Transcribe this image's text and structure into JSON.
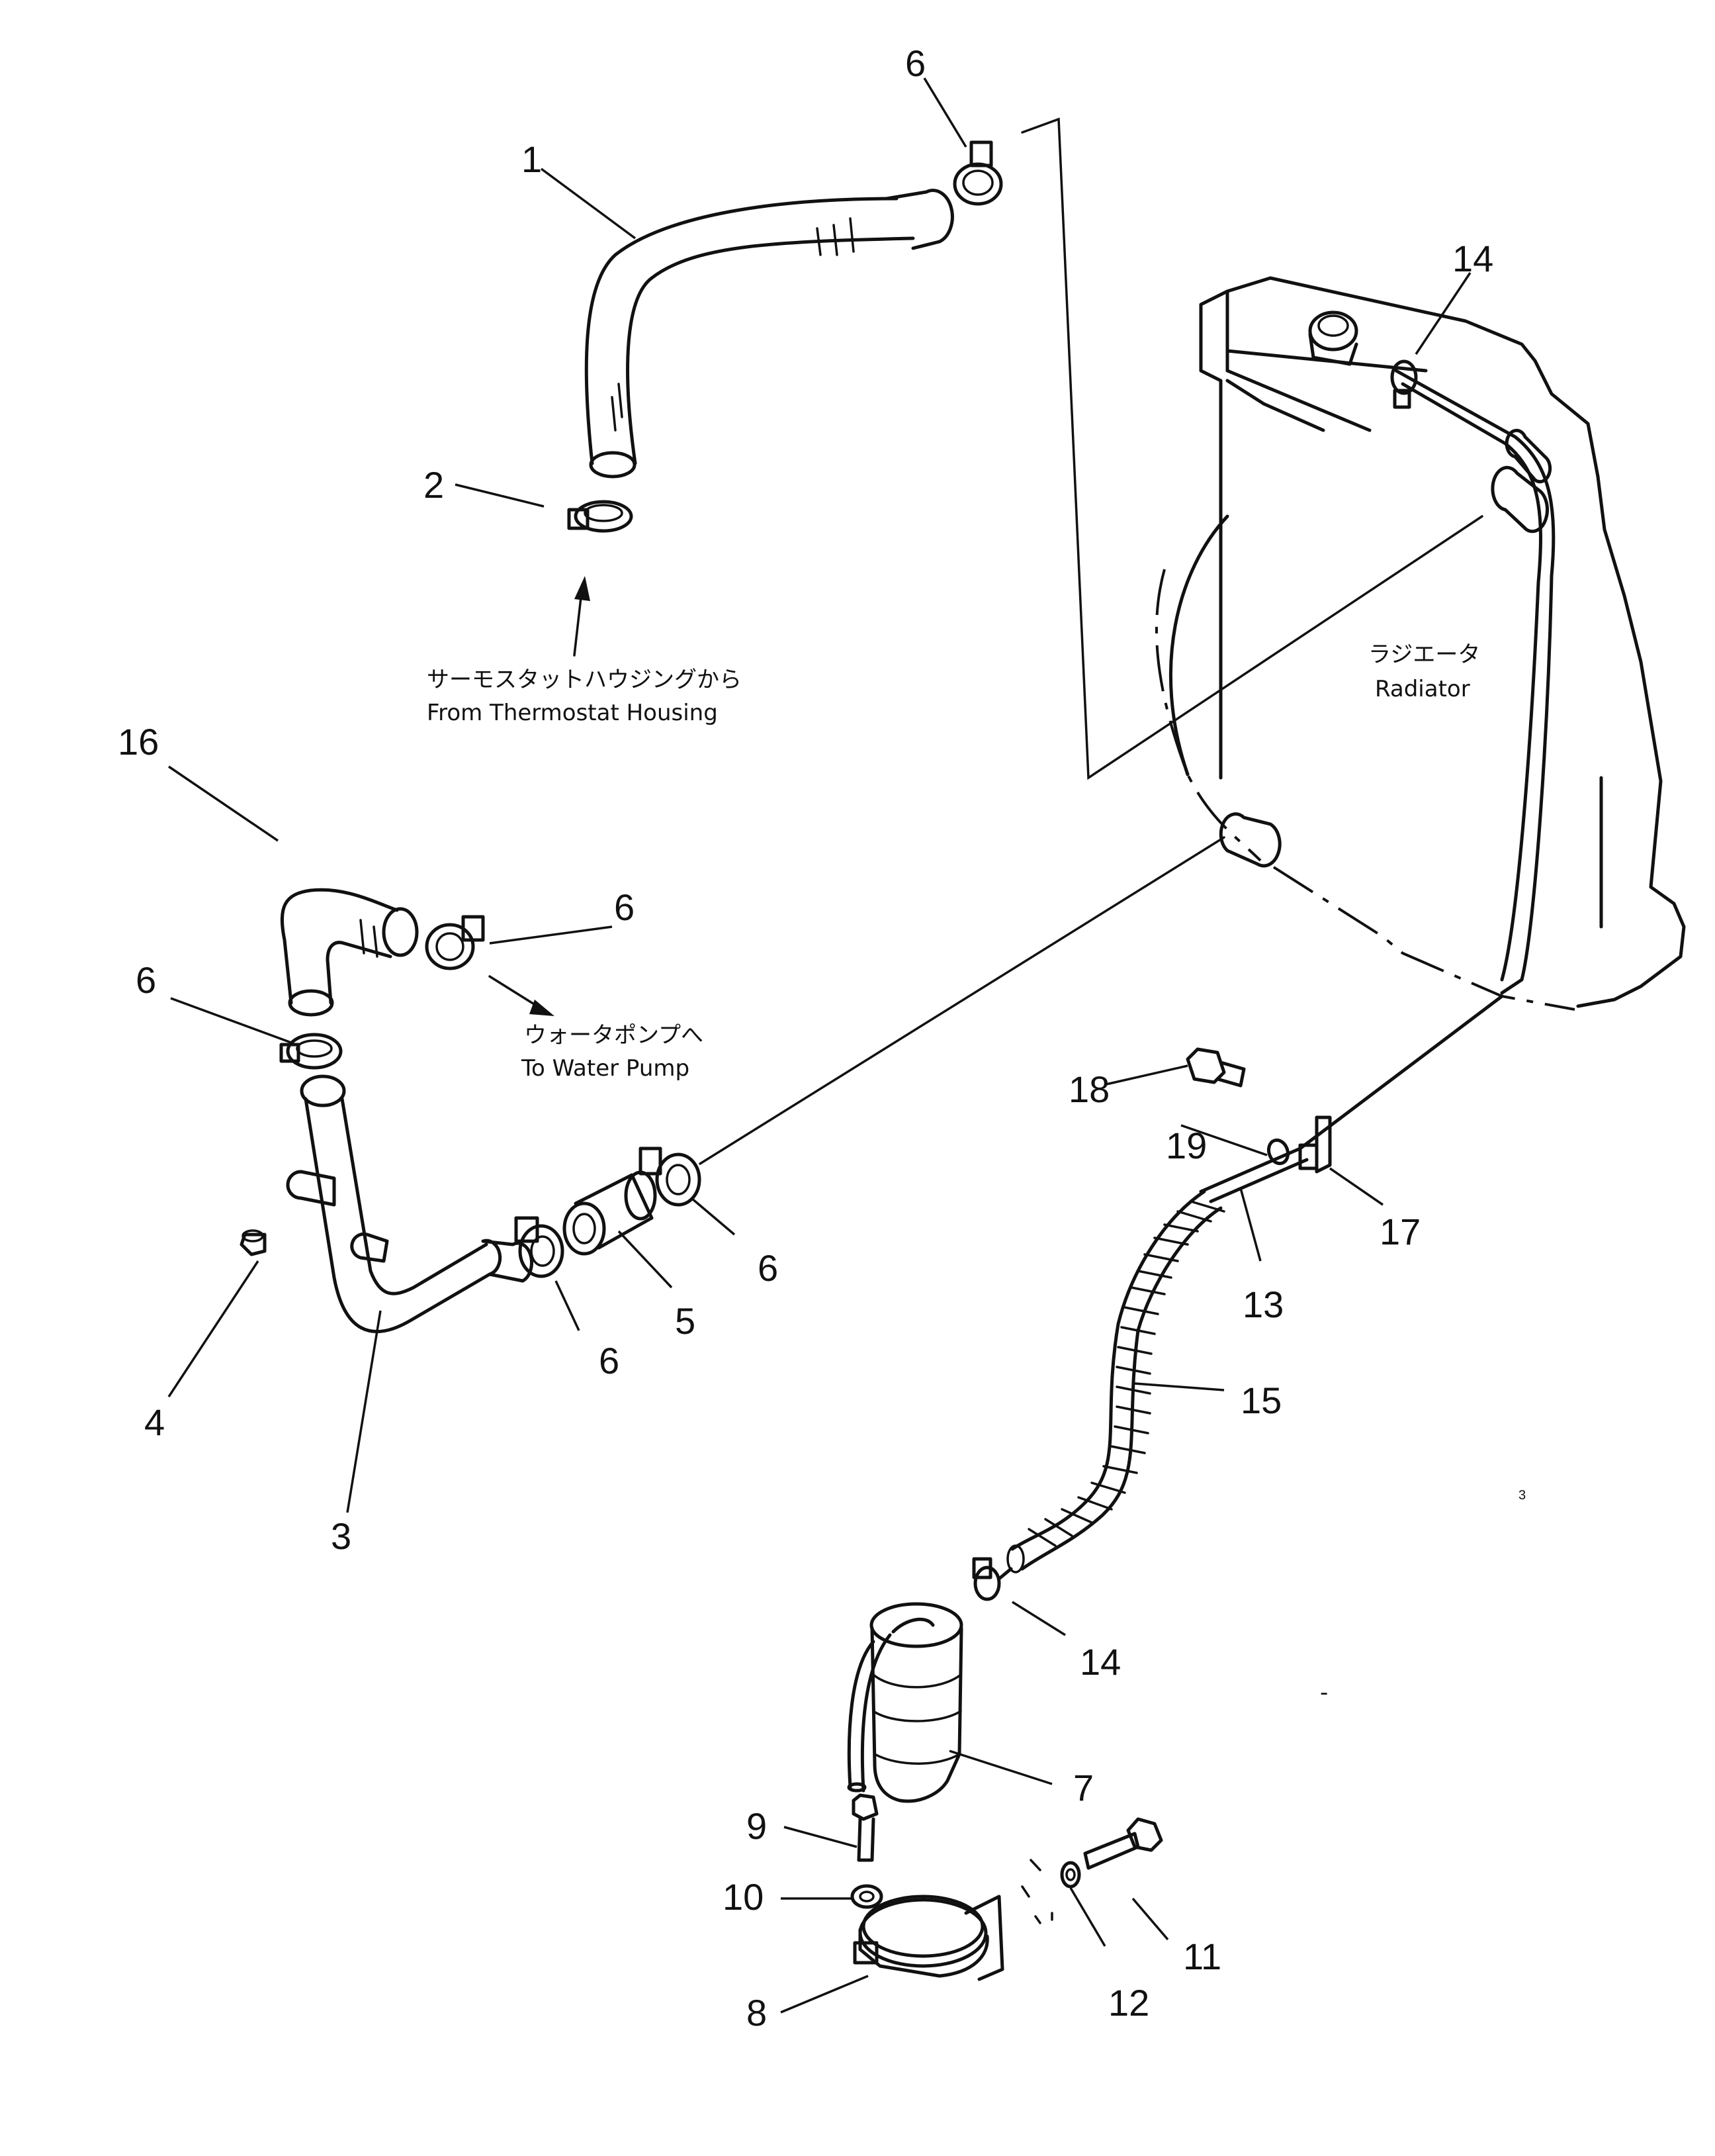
{
  "callouts": [
    "1",
    "2",
    "3",
    "4",
    "5",
    "6",
    "6",
    "6",
    "6",
    "6",
    "7",
    "8",
    "9",
    "10",
    "11",
    "12",
    "13",
    "14",
    "14",
    "15",
    "16",
    "17",
    "18",
    "19"
  ],
  "notes": {
    "thermostat_ja": "サーモスタットハウジングから",
    "thermostat_en": "From Thermostat Housing",
    "pump_ja": "ウォータポンプへ",
    "pump_en": "To Water Pump",
    "radiator_ja": "ラジエータ",
    "radiator_en": "Radiator",
    "stray_mark": "-"
  },
  "page_mark": "3"
}
